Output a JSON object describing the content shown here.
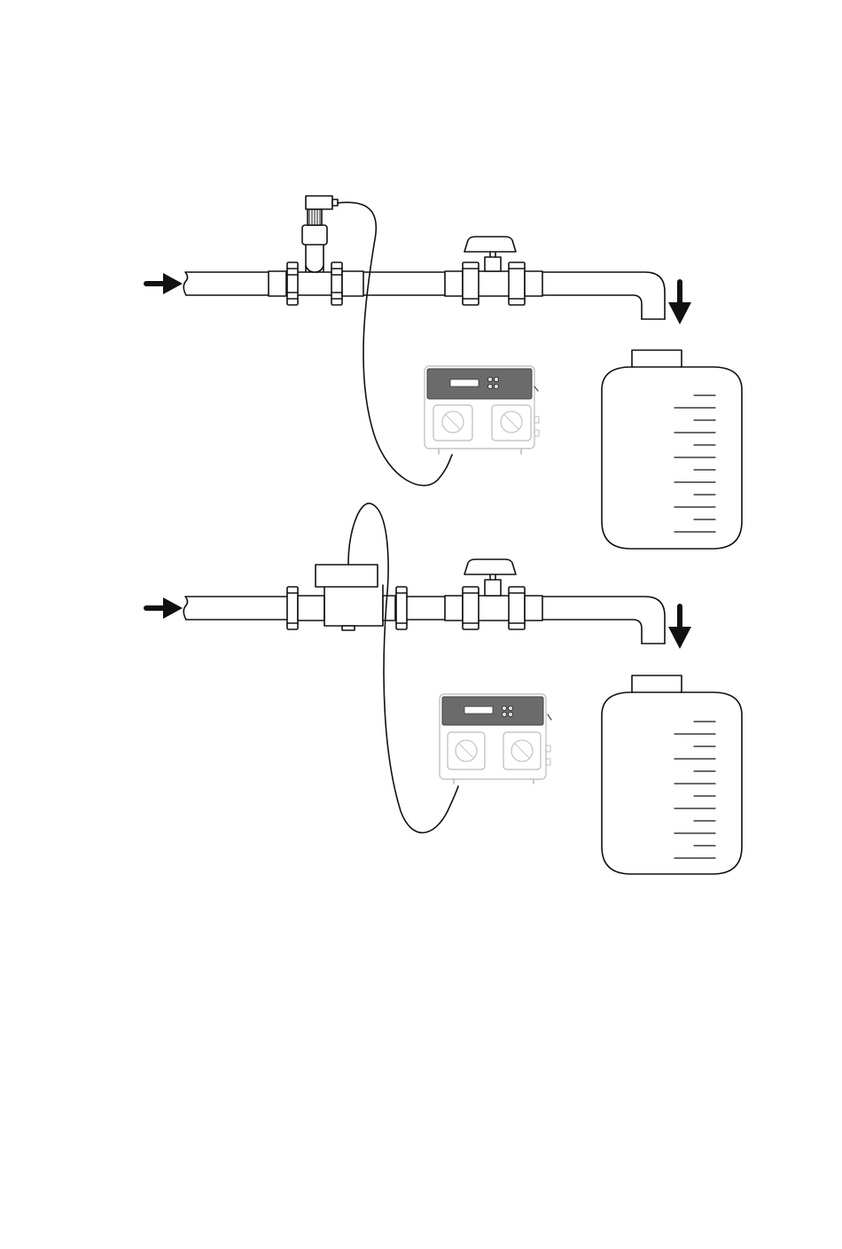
{
  "figure": {
    "installations": [
      {
        "id": "installation-top",
        "sensor_type": "probe-tee",
        "flow_direction": "left-to-right",
        "components": [
          "inlet-arrow",
          "inlet-pipe",
          "sensor-tee",
          "sensor-probe",
          "sensor-cable",
          "ball-valve",
          "outlet-elbow",
          "outlet-arrow",
          "dosing-pump",
          "container"
        ]
      },
      {
        "id": "installation-bottom",
        "sensor_type": "inline-flow-sensor",
        "flow_direction": "left-to-right",
        "components": [
          "inlet-arrow",
          "inlet-pipe",
          "flow-sensor",
          "sensor-cable",
          "ball-valve",
          "outlet-elbow",
          "outlet-arrow",
          "dosing-pump",
          "container"
        ]
      }
    ],
    "container_scale_marks": 12,
    "colors": {
      "line": "#111111",
      "pump_panel": "#6b6b6b",
      "pump_body": "#b9b9b9",
      "background": "#ffffff"
    }
  }
}
